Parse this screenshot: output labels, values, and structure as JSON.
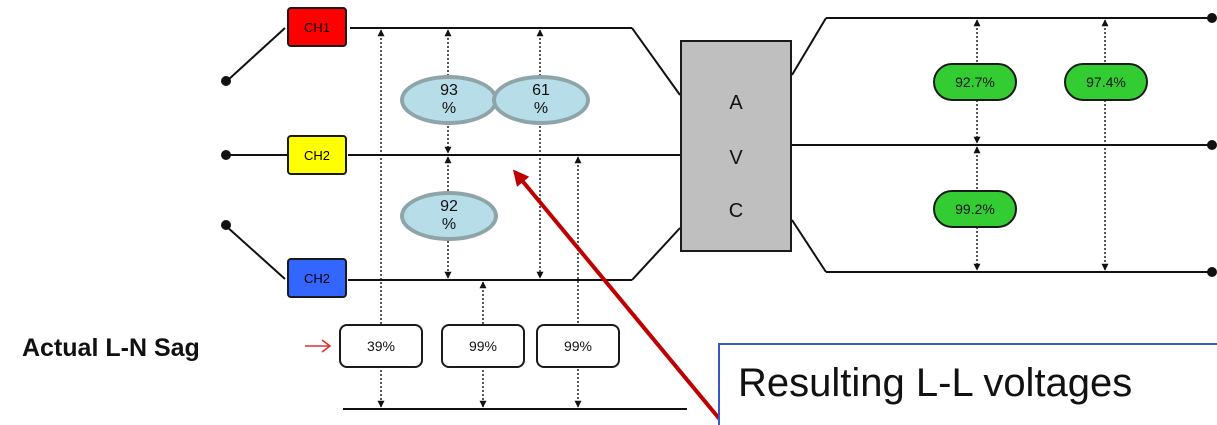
{
  "channels": {
    "ch1_label": "CH1",
    "ch2_label": "CH2",
    "ch3_label": "CH2"
  },
  "avc": {
    "line1": "A",
    "line2": "V",
    "line3": "C"
  },
  "input_ll_ovals": {
    "a": "93\n%",
    "b": "61\n%",
    "c": "92\n%"
  },
  "output_ll_pills": {
    "a": "92.7%",
    "b": "97.4%",
    "c": "99.2%"
  },
  "sag": {
    "label": "Actual L-N Sag",
    "values": [
      "39%",
      "99%",
      "99%"
    ]
  },
  "result_label": "Resulting L-L voltages",
  "colors": {
    "ch1": "#ff0000",
    "ch2": "#ffff00",
    "ch3": "#3366ff",
    "output_pill": "#33cc33",
    "oval_fill": "#b7dde8",
    "pointer_arrow": "#c00000",
    "result_border": "#3a56c8"
  }
}
